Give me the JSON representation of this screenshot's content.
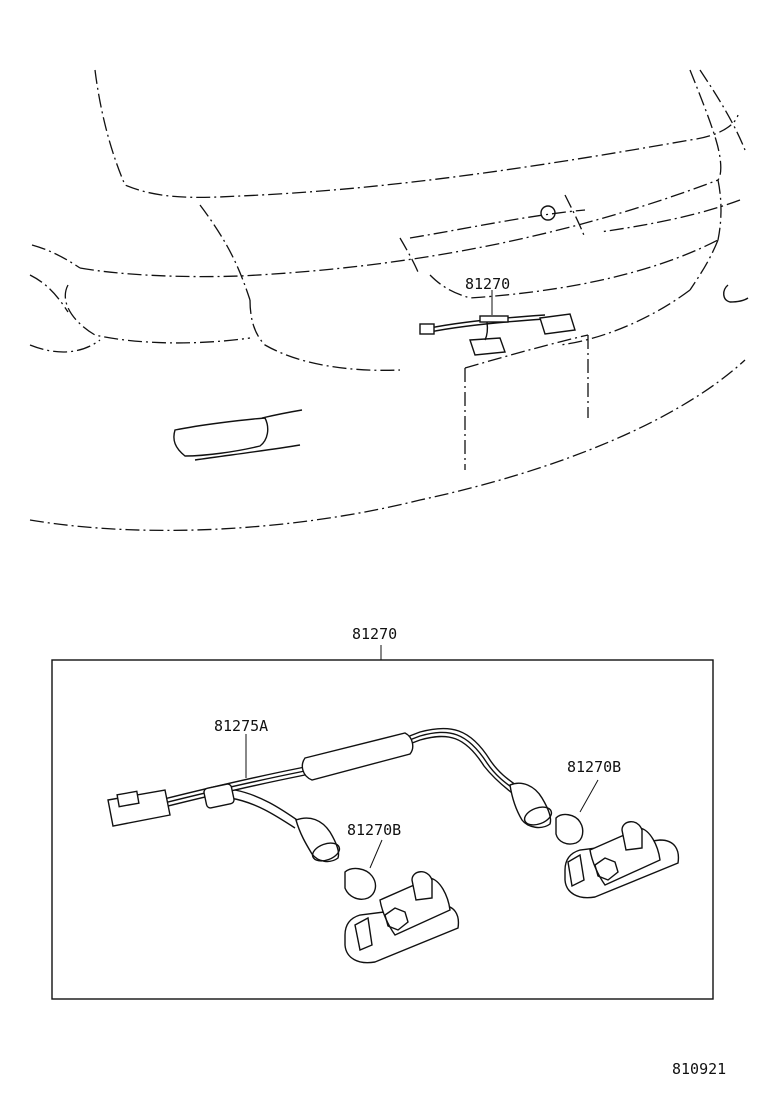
{
  "diagram": {
    "callouts": {
      "assembly_on_car": "81270",
      "assembly_box": "81270",
      "wire_harness": "81275A",
      "bulb_right": "81270B",
      "bulb_left": "81270B"
    },
    "page_code": "810921"
  }
}
